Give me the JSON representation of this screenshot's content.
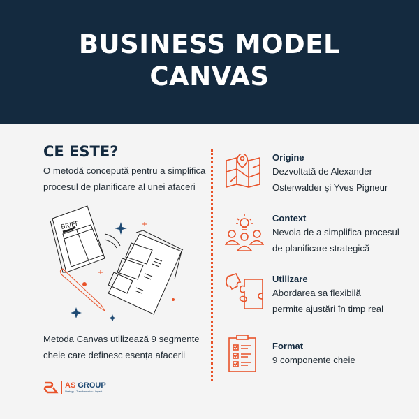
{
  "header": {
    "title_line1": "BUSINESS MODEL",
    "title_line2": "CANVAS"
  },
  "left": {
    "heading": "CE ESTE?",
    "intro_line1": "O metodă concepută pentru a simplifica",
    "intro_line2": "procesul de planificare al unei afaceri",
    "illustration_label": "BRIEF",
    "outro_line1": "Metoda Canvas utilizează 9 segmente",
    "outro_line2": "cheie care definesc esența afacerii"
  },
  "items": [
    {
      "title": "Origine",
      "line1": "Dezvoltată de Alexander",
      "line2": "Osterwalder și Yves Pigneur",
      "icon": "map-pin-icon"
    },
    {
      "title": "Context",
      "line1": "Nevoia de a simplifica procesul",
      "line2": "de planificare strategică",
      "icon": "team-idea-icon"
    },
    {
      "title": "Utilizare",
      "line1": "Abordarea sa flexibilă",
      "line2": "permite ajustări în timp real",
      "icon": "puzzle-icon"
    },
    {
      "title": "Format",
      "line1": "9 componente cheie",
      "line2": "",
      "icon": "checklist-icon"
    }
  ],
  "logo": {
    "as": "AS",
    "group": "GROUP",
    "tagline": "Strategy • Transformation • Impact"
  },
  "colors": {
    "navy": "#142a3f",
    "accent": "#e8532a",
    "background": "#f4f4f4"
  }
}
